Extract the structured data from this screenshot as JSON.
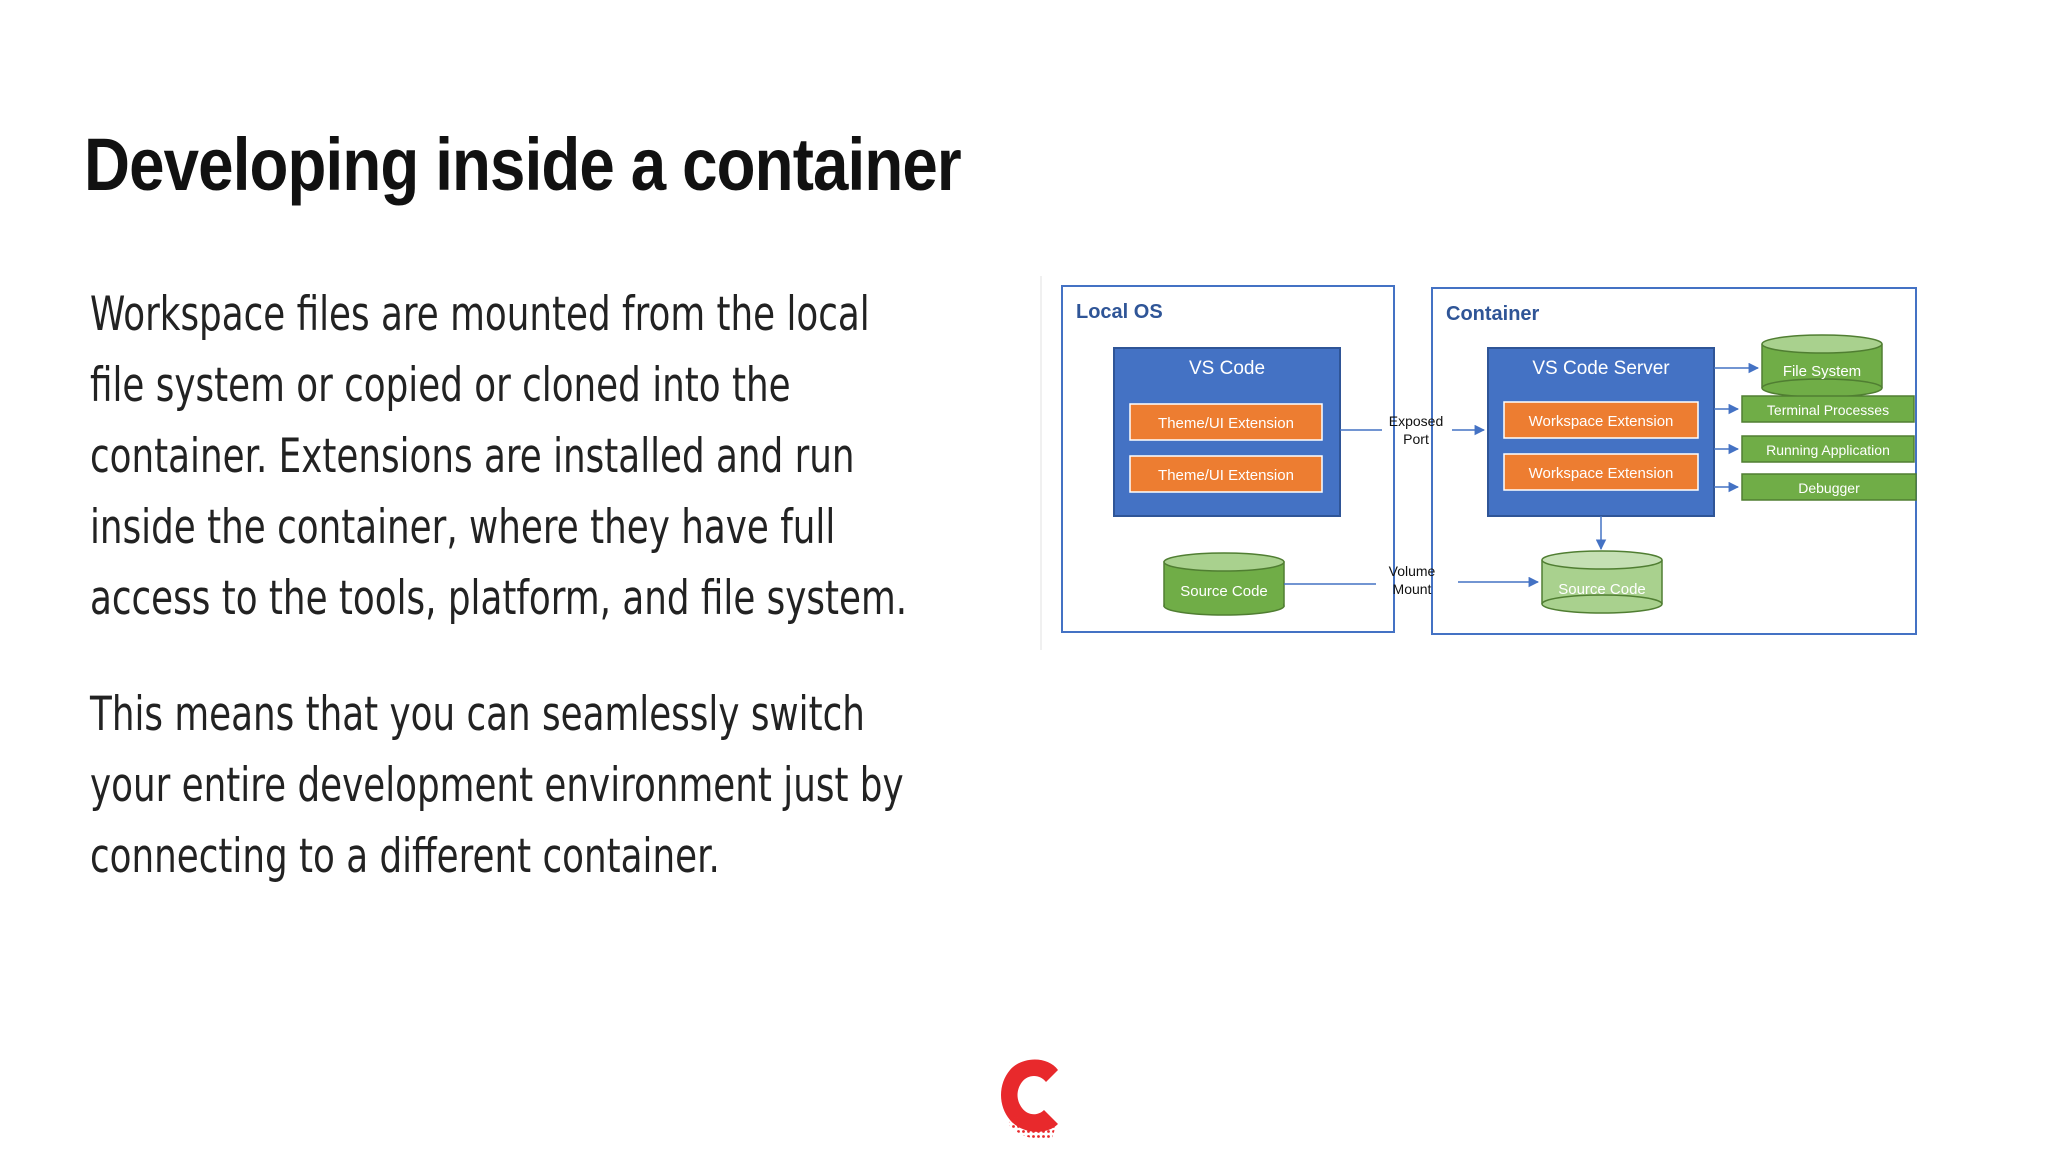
{
  "slide": {
    "title": "Developing inside a container",
    "paragraphs": [
      "Workspace files are mounted from the local file system or copied or cloned into the container. Extensions are installed and run inside the container, where they have full access to the tools, platform, and file system.",
      "This means that you can seamlessly switch your entire development environment just by connecting to a different container."
    ]
  },
  "diagram": {
    "local_os": {
      "label": "Local OS",
      "vscode_label": "VS Code",
      "extensions": [
        "Theme/UI Extension",
        "Theme/UI Extension"
      ],
      "source_code": "Source Code"
    },
    "container": {
      "label": "Container",
      "server_label": "VS Code Server",
      "extensions": [
        "Workspace Extension",
        "Workspace Extension"
      ],
      "file_system": "File System",
      "processes": [
        "Terminal Processes",
        "Running Application",
        "Debugger"
      ],
      "source_code": "Source Code"
    },
    "links": {
      "exposed_port": [
        "Exposed",
        "Port"
      ],
      "volume_mount": [
        "Volume",
        "Mount"
      ]
    },
    "colors": {
      "frame": "#4472c4",
      "vscode_box": "#4472c4",
      "extension": "#ed7d31",
      "green": "#70ad47",
      "green_light": "#a9d18e",
      "label_blue": "#2f5597"
    }
  },
  "logo": {
    "icon": "c-logo-icon",
    "color": "#e8292c"
  }
}
